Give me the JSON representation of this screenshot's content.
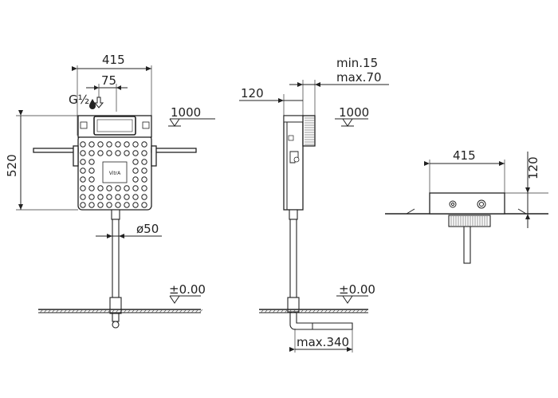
{
  "front_view": {
    "width_dim": "415",
    "inlet_offset_dim": "75",
    "inlet_thread": "G½",
    "height_dim": "520",
    "pipe_diameter_dim": "ø50",
    "height_above_floor_dim": "1000",
    "floor_level": "±0.00",
    "brand_logo": "VitrA"
  },
  "side_view": {
    "depth_dim": "120",
    "min_recess_dim": "min.15",
    "max_recess_dim": "max.70",
    "height_above_floor_dim": "1000",
    "floor_level": "±0.00",
    "pipe_length_dim": "max.340"
  },
  "top_view": {
    "width_dim": "415",
    "depth_dim": "120"
  }
}
